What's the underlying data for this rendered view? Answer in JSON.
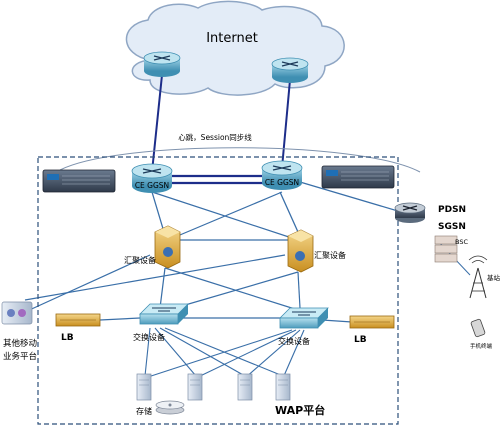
{
  "internet_label": "Internet",
  "heartbeat_label": "心跳，Session同步线",
  "ggsn_left_label": "CE GGSN",
  "ggsn_right_label": "CE GGSN",
  "pdsn_label": "PDSN",
  "sgsn_label": "SGSN",
  "bsc_label": "BSC",
  "base_station_label": "基站",
  "mobile_terminal_label": "手机终端",
  "agg_left_label": "汇聚设备",
  "agg_right_label": "汇聚设备",
  "switch_left_label": "交换设备",
  "switch_right_label": "交换设备",
  "lb_left_label": "LB",
  "lb_right_label": "LB",
  "other_platform_label_line1": "其他移动",
  "other_platform_label_line2": "业务平台",
  "storage_label": "存储",
  "wap_platform_label": "WAP平台",
  "colors": {
    "cloud_fill": "#e3ecf7",
    "cloud_stroke": "#8fa6c4",
    "line_blue": "#3a6fa8",
    "line_dark": "#1d2d8a",
    "frame_dash": "#2c4f7a",
    "device_teal": "#4e9fc0"
  }
}
